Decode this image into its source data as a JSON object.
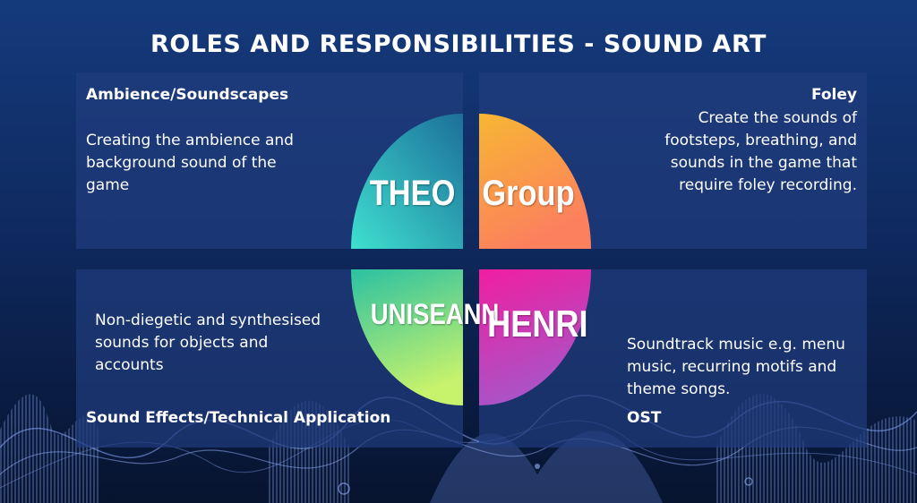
{
  "title": "ROLES AND RESPONSIBILITIES - SOUND ART",
  "quadrants": {
    "top_left": {
      "heading": "Ambience/Soundscapes",
      "lines": [
        "Creating the ambience and",
        "background sound of the",
        "game"
      ]
    },
    "top_right": {
      "heading": "Foley",
      "lines": [
        "Create the sounds of",
        "footsteps, breathing, and",
        "sounds in the game that",
        "require foley recording."
      ]
    },
    "bottom_left": {
      "heading": "Sound Effects/Technical Application",
      "lines": [
        "Non-diegetic and synthesised",
        "sounds for objects and",
        "accounts"
      ]
    },
    "bottom_right": {
      "heading": "OST",
      "lines": [
        "Soundtrack music e.g. menu",
        "music,  recurring motifs and",
        "theme songs."
      ]
    }
  },
  "petals": {
    "top_left": "THEO",
    "top_right": "Group",
    "bottom_left": "UNISEANN",
    "bottom_right": "HENRI"
  },
  "colors": {
    "panel": "#203c7d",
    "petal_tl": [
      "#3fe0cf",
      "#1c6f9a"
    ],
    "petal_tr": [
      "#f7b733",
      "#fc7f5e"
    ],
    "petal_bl": [
      "#2bc1a2",
      "#c6f26c"
    ],
    "petal_br": [
      "#f01ea0",
      "#a855c8"
    ]
  }
}
